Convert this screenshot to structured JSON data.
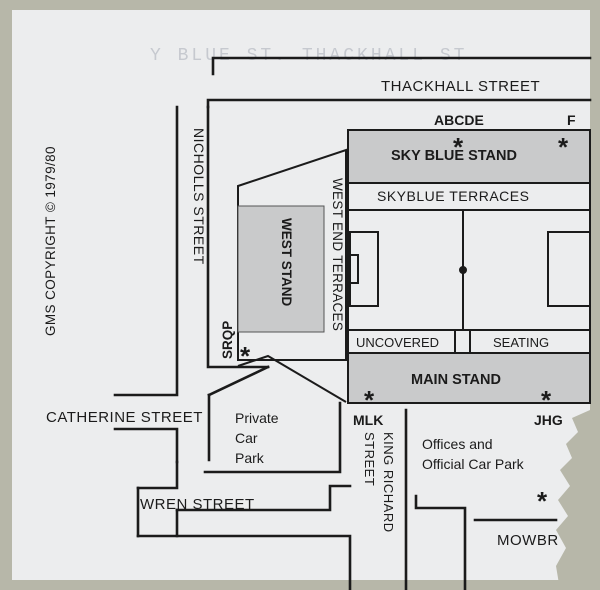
{
  "copyright": "GMS COPYRIGHT © 1979/80",
  "streets": {
    "thackhall": "THACKHALL STREET",
    "nicholls": "NICHOLLS STREET",
    "catherine": "CATHERINE STREET",
    "wren": "WREN STREET",
    "king_richard": "KING RICHARD STREET",
    "mowbray_partial": "MOWBR"
  },
  "stands": {
    "sky_blue_stand": "SKY BLUE STAND",
    "skyblue_terraces": "SKYBLUE TERRACES",
    "west_stand": "WEST STAND",
    "west_end_terraces": "WEST END TERRACES",
    "uncovered": "UNCOVERED",
    "seating": "SEATING",
    "main_stand": "MAIN STAND"
  },
  "places": {
    "private_car_park": [
      "Private",
      "Car",
      "Park"
    ],
    "offices": [
      "Offices and",
      "Official Car Park"
    ]
  },
  "gate_codes": {
    "abcde": "ABCDE",
    "f": "F",
    "srqp": "SRQP",
    "mlk": "MLK",
    "jhg": "JHG"
  },
  "colors": {
    "ticket": "#ecedee",
    "stand_fill": "#c9cacb",
    "ink": "#1b1b1b",
    "background": "#b7b7a9"
  }
}
